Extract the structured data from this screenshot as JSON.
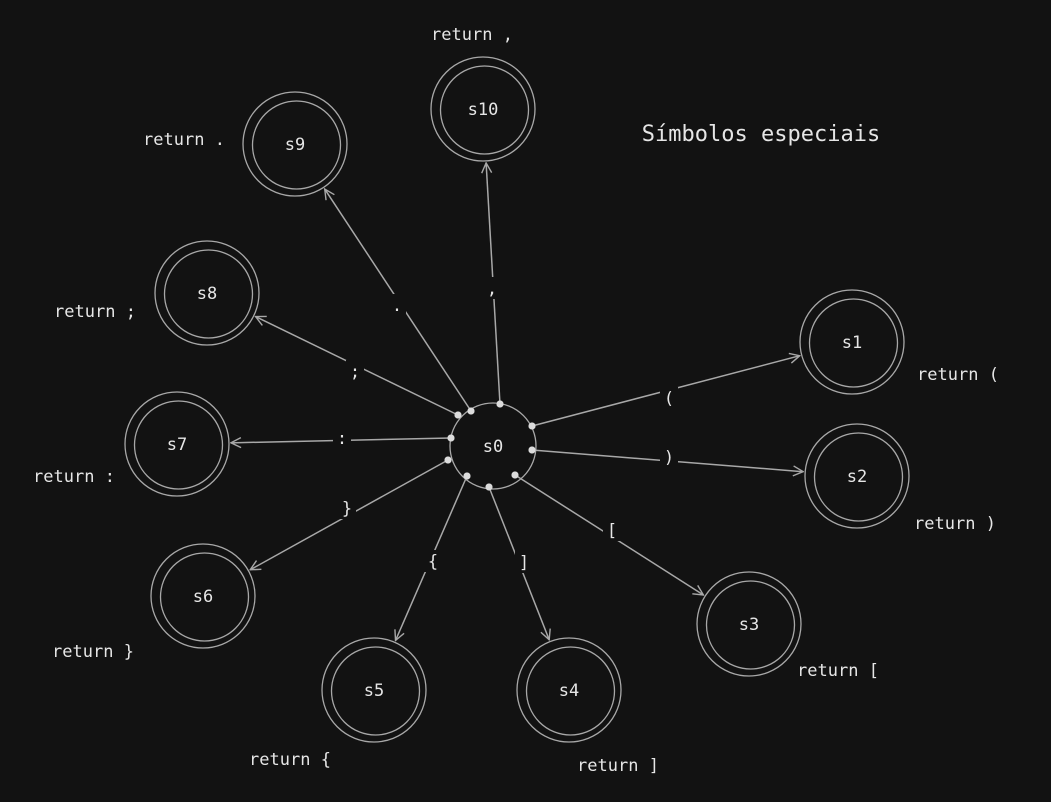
{
  "title": "Símbolos especiais",
  "colors": {
    "background": "#121212",
    "stroke": "#a8a8a8",
    "text": "#e6e6e6",
    "dot": "#dcdcdc"
  },
  "start_state": "s0",
  "states": [
    {
      "id": "s1",
      "label": "s1",
      "accepting": true,
      "output": "return ("
    },
    {
      "id": "s2",
      "label": "s2",
      "accepting": true,
      "output": "return )"
    },
    {
      "id": "s3",
      "label": "s3",
      "accepting": true,
      "output": "return ["
    },
    {
      "id": "s4",
      "label": "s4",
      "accepting": true,
      "output": "return ]"
    },
    {
      "id": "s5",
      "label": "s5",
      "accepting": true,
      "output": "return {"
    },
    {
      "id": "s6",
      "label": "s6",
      "accepting": true,
      "output": "return }"
    },
    {
      "id": "s7",
      "label": "s7",
      "accepting": true,
      "output": "return :"
    },
    {
      "id": "s8",
      "label": "s8",
      "accepting": true,
      "output": "return ;"
    },
    {
      "id": "s9",
      "label": "s9",
      "accepting": true,
      "output": "return ."
    },
    {
      "id": "s10",
      "label": "s10",
      "accepting": true,
      "output": "return ,"
    }
  ],
  "transitions": [
    {
      "from": "s0",
      "to": "s1",
      "symbol": "("
    },
    {
      "from": "s0",
      "to": "s2",
      "symbol": ")"
    },
    {
      "from": "s0",
      "to": "s3",
      "symbol": "["
    },
    {
      "from": "s0",
      "to": "s4",
      "symbol": "]"
    },
    {
      "from": "s0",
      "to": "s5",
      "symbol": "{"
    },
    {
      "from": "s0",
      "to": "s6",
      "symbol": "}"
    },
    {
      "from": "s0",
      "to": "s7",
      "symbol": ":"
    },
    {
      "from": "s0",
      "to": "s8",
      "symbol": ";"
    },
    {
      "from": "s0",
      "to": "s9",
      "symbol": "."
    },
    {
      "from": "s0",
      "to": "s10",
      "symbol": ","
    }
  ]
}
